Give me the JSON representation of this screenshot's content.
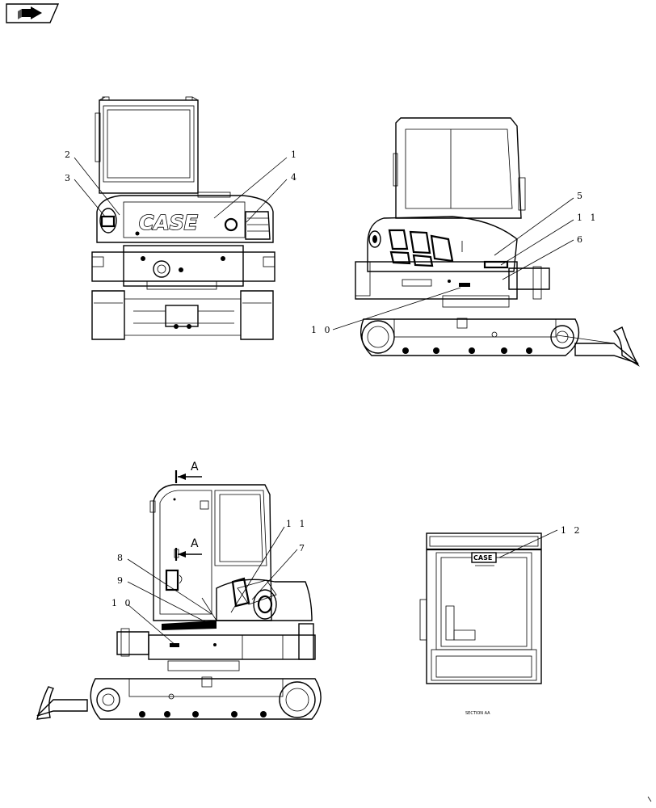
{
  "nav_icon": "arrow-icon",
  "brand": {
    "logo_text": "CASE",
    "cab_logo_text": "CASE"
  },
  "callouts": {
    "c1": "1",
    "c2": "2",
    "c3": "3",
    "c4": "4",
    "c5": "5",
    "c6": "6",
    "c10a": "1 0",
    "c11a": "1 1",
    "c7": "7",
    "c8": "8",
    "c9": "9",
    "c10b": "1 0",
    "c11b": "1 1",
    "c12": "1 2"
  },
  "section_markers": {
    "a1": "A",
    "a2": "A"
  },
  "section_caption": "SECTION AA"
}
